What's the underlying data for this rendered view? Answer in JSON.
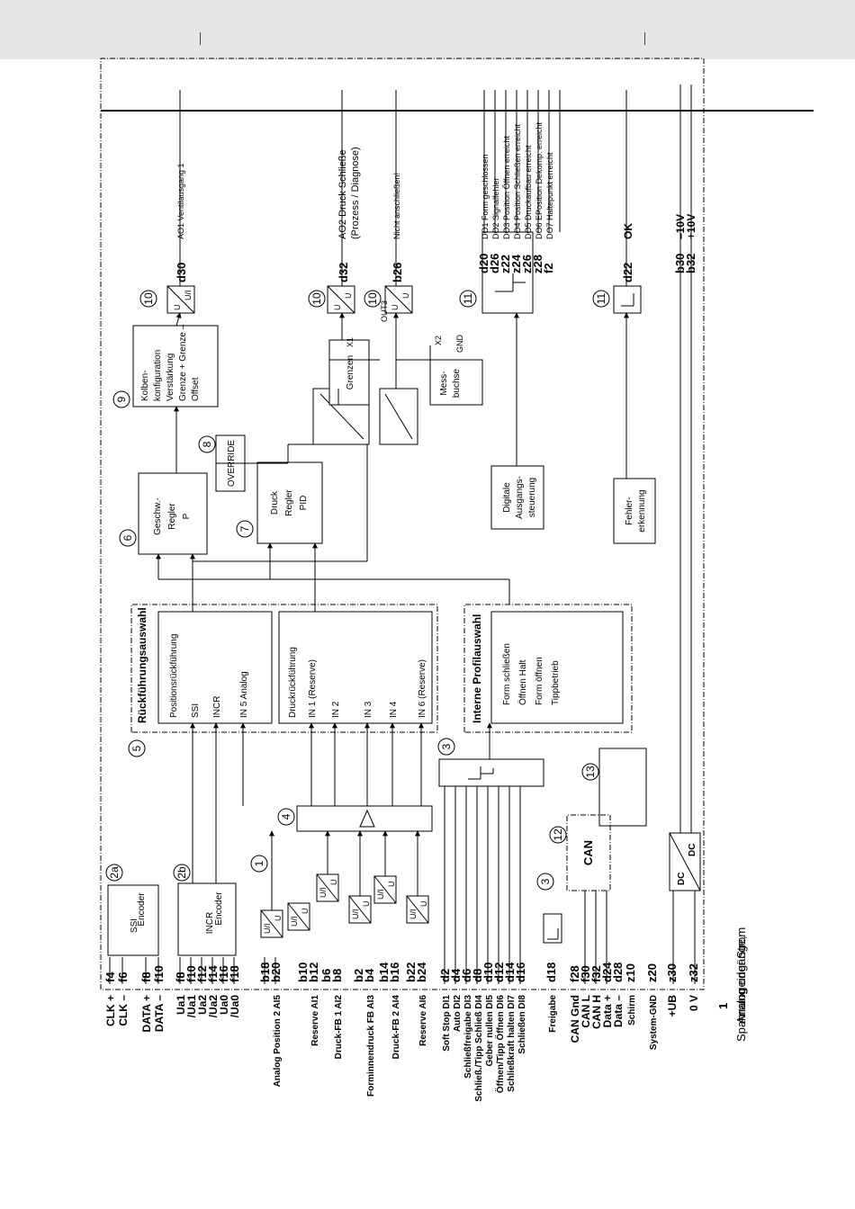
{
  "pins": {
    "f4": "f4",
    "f6": "f6",
    "f8a": "f8",
    "f10a": "f10",
    "f8": "f8",
    "f10": "f10",
    "f12": "f12",
    "f14": "f14",
    "f16": "f16",
    "f18": "f18",
    "b18": "b18",
    "b20": "b20",
    "b10": "b10",
    "b12": "b12",
    "b6": "b6",
    "b8": "b8",
    "b2": "b2",
    "b4": "b4",
    "b14": "b14",
    "b16": "b16",
    "b22": "b22",
    "b24": "b24",
    "d2": "d2",
    "d4": "d4",
    "d6": "d6",
    "d8": "d8",
    "d10": "d10",
    "d12": "d12",
    "d14": "d14",
    "d16": "d16",
    "d18": "d18",
    "f28": "f28",
    "f30": "f30",
    "f32": "f32",
    "d24": "d24",
    "d28": "d28",
    "z10": "z10",
    "z20": "z20",
    "z30": "z30",
    "z32": "z32",
    "d30": "d30",
    "d32": "d32",
    "b26": "b26",
    "d20": "d20",
    "d26": "d26",
    "z22": "z22",
    "z24": "z24",
    "z26": "z26",
    "z28": "z28",
    "f2": "f2",
    "d22": "d22",
    "b30": "b30",
    "b32": "b32"
  },
  "signals": {
    "clk_p": "CLK +",
    "clk_m": "CLK –",
    "data_p": "DATA +",
    "data_m": "DATA –",
    "ua1": "Ua1",
    "ua1n": "/Ua1",
    "ua2": "Ua2",
    "ua2n": "/Ua2",
    "ua0": "Ua0",
    "ua0n": "/Ua0",
    "analog_position": "Analog Position 2 AI5",
    "reserve_ai1": "Reserve AI1",
    "druck_fb1": "Druck-FB 1 AI2",
    "forminnendruck": "Forminnendruck FB AI3",
    "druck_fb2": "Druck-FB 2 AI4",
    "reserve_ai6": "Reserve AI6",
    "soft_stop": "Soft Stop DI1",
    "auto": "Auto DI2",
    "schliessfreigabe": "Schließfreigabe DI3",
    "schliess_tipp": "Schließ./Tipp Schließ DI4",
    "geber_nullen": "Geber nullen DI5",
    "oeffnen_tipp": "Öffnen/Tipp Öffnen DI6",
    "schliesskraft": "Schließkraft halten DI7",
    "schliessen": "Schließen DI8",
    "freigabe": "Freigabe",
    "can_gnd": "CAN Gnd",
    "can_l": "CAN L",
    "can_h": "CAN H",
    "data_pp": "Data +",
    "data_mm": "Data –",
    "schirm": "Schirm",
    "system_gnd": "System-GND",
    "ub": "+UB",
    "zero_v": "0 V"
  },
  "blocks": {
    "ssi_line1": "SSI",
    "ssi_line2": "Encoder",
    "incr_line1": "INCR",
    "incr_line2": "Encoder",
    "feedback_selection": "Rückführungsauswahl",
    "position_feedback": "Positionsrückführung",
    "fb_ssi": "SSI",
    "fb_incr": "INCR",
    "fb_in5": "IN 5 Analog",
    "pressure_feedback": "Druckrückführung",
    "fb_in1": "IN 1 (Reserve)",
    "fb_in2": "IN 2",
    "fb_in3": "IN 3",
    "fb_in4": "IN 4",
    "fb_in6": "IN 6 (Reserve)",
    "profile_selection": "Interne Profilauswahl",
    "profile_close": "Form schließen",
    "profile_open_stop": "Öffnen Halt",
    "profile_open": "Form öffnen",
    "profile_jog": "Tippbetrieb",
    "speed_controller_1": "Geschw.-",
    "speed_controller_2": "Regler",
    "speed_controller_3": "P",
    "pressure_controller_1": "Druck",
    "pressure_controller_2": "Regler",
    "pressure_controller_3": "PID",
    "override": "OVERRIDE",
    "piston_1": "Kolben-",
    "piston_2": "konfiguration",
    "piston_3": "Verstärkung",
    "piston_4": "Grenze + Grenze –",
    "piston_5": "Offset",
    "limits": "Grenzen",
    "measure_1": "Mess-",
    "measure_2": "buchse",
    "digital_out_1": "Digitale",
    "digital_out_2": "Ausgangs-",
    "digital_out_3": "steuerung",
    "error_1": "Fehler-",
    "error_2": "erkennung",
    "can": "CAN",
    "x1": "X1",
    "x2": "X2",
    "gnd": "GND",
    "out3": "OUT3"
  },
  "outputs": {
    "ao1": "AO1 Ventilausgang 1",
    "ao2": "AO2 Druck Schließe",
    "ao2b": "(Prozess / Diagnose)",
    "not_connect": "Nicht anschließen!",
    "do1": "DO1 Form geschlossen",
    "do2": "DO2 Signalfehler",
    "do3": "DO3 Position Öffnen erreicht",
    "do4": "DO4 Position Schließen erreicht",
    "do5": "DO5 Druckaufbau erreicht",
    "do6": "DO6 EPosition Dekomp. erreicht",
    "do7": "DO7 Haltepunkt erreicht",
    "ok": "OK",
    "minus10": "–10V",
    "plus10": "+10V"
  },
  "refs": {
    "r1": "1",
    "r2a": "2a",
    "r2b": "2b",
    "r3": "3",
    "r3b": "3",
    "r4": "4",
    "r5": "5",
    "r6": "6",
    "r7": "7",
    "r8": "8",
    "r9": "9",
    "r10a": "10",
    "r10b": "10",
    "r10c": "10",
    "r11a": "11",
    "r11b": "11",
    "r12": "12",
    "r13": "13"
  },
  "legend": {
    "n1": "1",
    "t1a": "Analogeingänge,",
    "t1b": "Spannung oder Strom"
  }
}
